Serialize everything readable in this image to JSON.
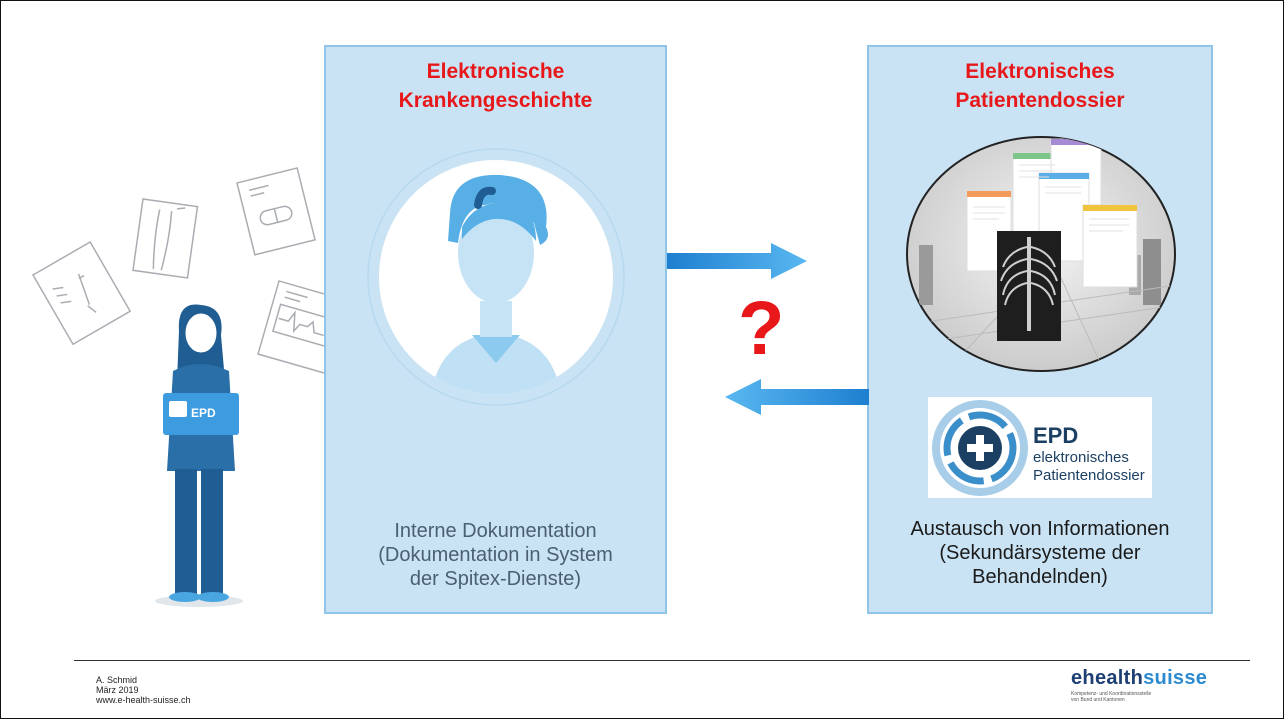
{
  "left_panel": {
    "title_lines": [
      "Elektronische",
      "Krankengeschichte"
    ],
    "text_lines": [
      "Interne Dokumentation",
      "(Dokumentation in System",
      "der Spitex-Dienste)"
    ]
  },
  "right_panel": {
    "title_lines": [
      "Elektronisches",
      "Patientendossier"
    ],
    "text_lines": [
      "Austausch von Informationen",
      "(Sekundärsysteme der",
      "Behandelnden)"
    ]
  },
  "question_mark": "?",
  "epd_logo": {
    "title": "EPD",
    "subtitle_line1": "elektronisches",
    "subtitle_line2": "Patientendossier"
  },
  "woman_folder_label": "EPD",
  "footer": {
    "author": "A. Schmid",
    "date": "März 2019",
    "website": "www.e-health-suisse.ch"
  },
  "brand_logo": {
    "word_part1": "ehealth",
    "word_part2": "suisse",
    "tagline_line1": "Kompetenz- und Koordinationsstelle",
    "tagline_line2": "von Bund und Kantonen"
  },
  "colors": {
    "accent_red": "#e8181a",
    "panel_fill": "#c9e3f4",
    "arrow_blue": "#3aa3e8",
    "brand_dark": "#1d3f72",
    "brand_light": "#2c8bd0"
  }
}
